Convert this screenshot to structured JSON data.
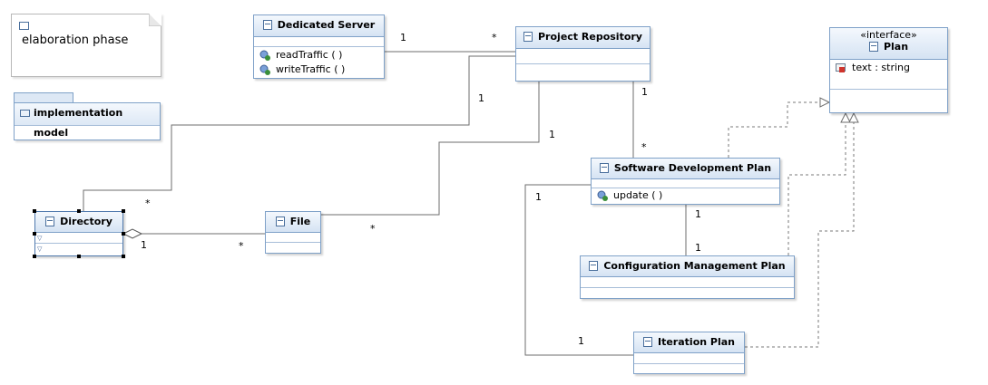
{
  "diagram": {
    "note": {
      "text": "elaboration phase"
    },
    "package": {
      "name": "implementation model"
    },
    "classes": {
      "dedicated_server": {
        "name": "Dedicated Server",
        "operations": [
          "readTraffic ( )",
          "writeTraffic ( )"
        ]
      },
      "project_repository": {
        "name": "Project Repository"
      },
      "plan": {
        "stereotype": "«interface»",
        "name": "Plan",
        "attributes": [
          "text : string"
        ]
      },
      "software_development_plan": {
        "name": "Software Development Plan",
        "operations": [
          "update ( )"
        ]
      },
      "configuration_management_plan": {
        "name": "Configuration Management Plan"
      },
      "iteration_plan": {
        "name": "Iteration Plan"
      },
      "directory": {
        "name": "Directory"
      },
      "file": {
        "name": "File"
      }
    },
    "multiplicities": {
      "server_repo_server_end": "1",
      "server_repo_repo_end": "*",
      "repo_directory_repo_end": "1",
      "repo_directory_directory_end": "*",
      "repo_file_repo_end": "1",
      "repo_file_file_end": "*",
      "repo_sdp_repo_end": "1",
      "repo_sdp_sdp_end": "*",
      "directory_file_directory_end": "1",
      "directory_file_file_end": "*",
      "sdp_cmp_sdp_end": "1",
      "sdp_cmp_cmp_end": "1",
      "sdp_iteration_sdp_end": "1",
      "sdp_iteration_iteration_end": "1"
    },
    "colors": {
      "class_border": "#7fa1c8",
      "header_gradient_top": "#f4f8fd",
      "header_gradient_bottom": "#d5e3f3",
      "association_line": "#6e6e6e",
      "realization_line": "#7a7a7a",
      "attribute_marker": "#d0342c",
      "operation_icon": "#3a8f3a"
    }
  }
}
